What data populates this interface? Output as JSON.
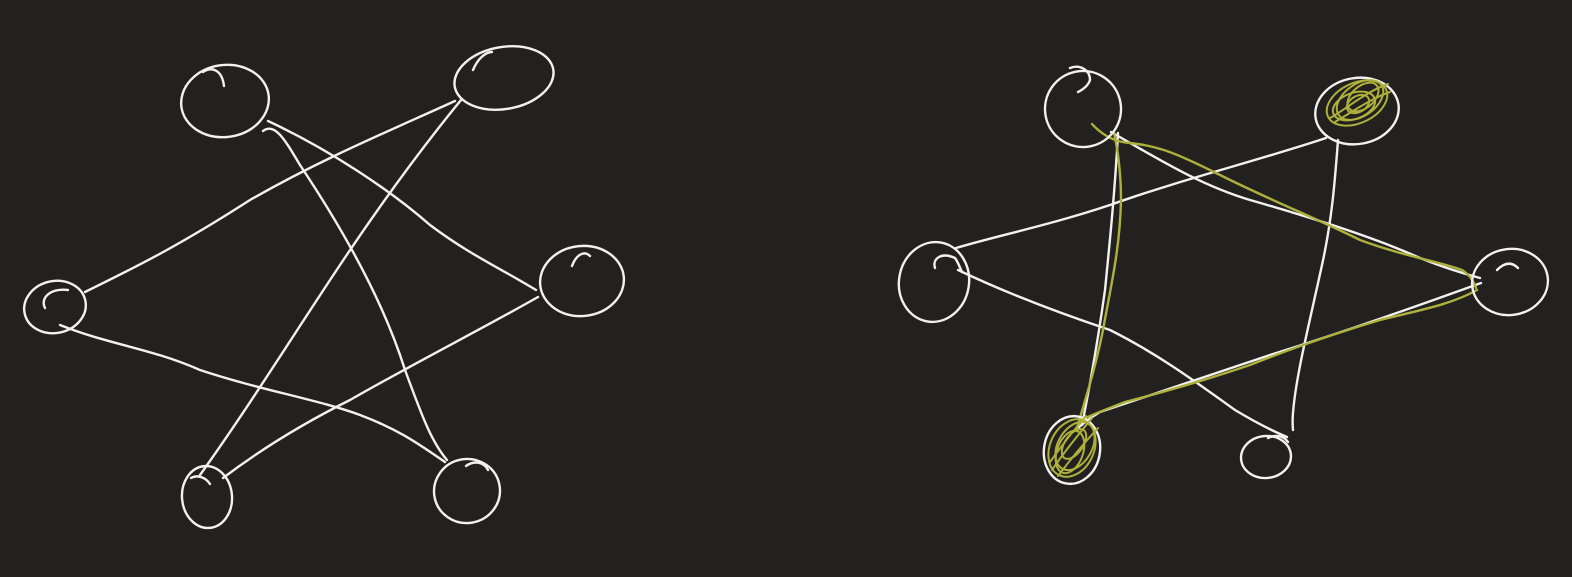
{
  "canvas": {
    "background": "#222120",
    "ink_color": "#f2f1ee",
    "highlight_color": "#aeb03c"
  },
  "diagrams": [
    {
      "name": "left-graph",
      "node_count": 6,
      "edge_count": 6,
      "highlighted_nodes": 0,
      "highlighted_edges": 0
    },
    {
      "name": "right-graph",
      "node_count": 6,
      "edge_count": 6,
      "highlighted_nodes": 2,
      "highlighted_edges": 3
    }
  ]
}
